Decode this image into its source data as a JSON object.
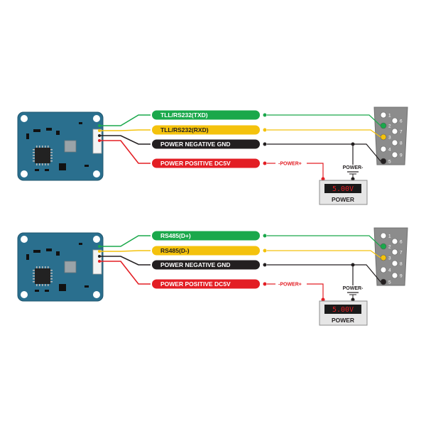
{
  "colors": {
    "green": "#1aa84b",
    "yellow": "#f4c20d",
    "black": "#231f20",
    "red": "#e31e24",
    "board": "#2a6f8e",
    "connector": "#8c8c8c",
    "lcd_text": "#e31e24"
  },
  "panels": [
    {
      "wires": [
        {
          "label": "TLL/RS232(TXD)",
          "color": "green"
        },
        {
          "label": "TLL/RS232(RXD)",
          "color": "yellow"
        },
        {
          "label": "POWER NEGATIVE GND",
          "color": "black"
        },
        {
          "label": "POWER POSITIVE DC5V",
          "color": "red"
        }
      ],
      "connector_pins": [
        "1",
        "2",
        "3",
        "4",
        "5",
        "6",
        "7",
        "8",
        "9"
      ],
      "power_plus_label": "-POWER+",
      "power_minus_label": "POWER-",
      "lcd_reading": "5.00V",
      "supply_label": "POWER"
    },
    {
      "wires": [
        {
          "label": "RS485(D+)",
          "color": "green"
        },
        {
          "label": "RS485(D-)",
          "color": "yellow"
        },
        {
          "label": "POWER NEGATIVE GND",
          "color": "black"
        },
        {
          "label": "POWER POSITIVE DC5V",
          "color": "red"
        }
      ],
      "connector_pins": [
        "1",
        "2",
        "3",
        "4",
        "5",
        "6",
        "7",
        "8",
        "9"
      ],
      "power_plus_label": "-POWER+",
      "power_minus_label": "POWER-",
      "lcd_reading": "5.00V",
      "supply_label": "POWER"
    }
  ]
}
